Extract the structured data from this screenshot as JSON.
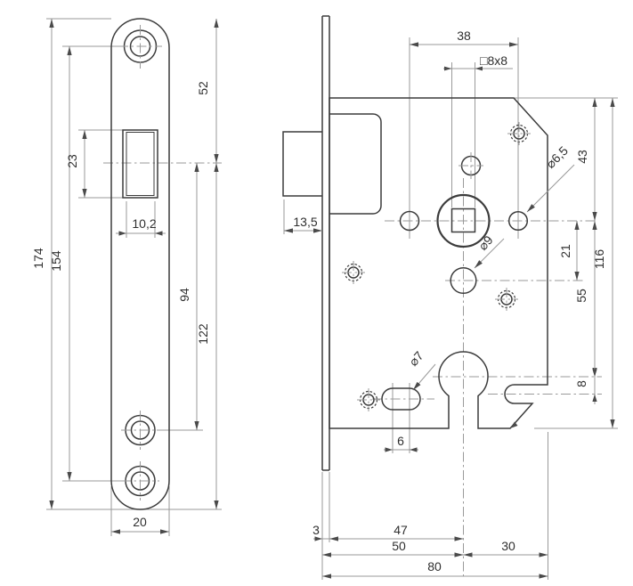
{
  "colors": {
    "background": "#ffffff",
    "outline": "#3c3c3c",
    "dimension_lines": "#9a9a9a",
    "text": "#2f2f2f"
  },
  "drawing": {
    "views": [
      "front-plate-view",
      "lock-body-side-view"
    ]
  },
  "dims": {
    "plate_height": "174",
    "screw_spacing": "154",
    "latch_height": "23",
    "latch_width": "10,2",
    "latch_to_upper_screw": "94",
    "latch_to_plate_bottom": "122",
    "plate_top_to_latch": "52",
    "plate_width": "20",
    "hole_spacing": "38",
    "spindle_square": "□8x8",
    "latch_protrusion": "13,5",
    "hole_6_5": "⌀6,5",
    "top_to_spindle": "43",
    "spindle_to_hole9": "21",
    "body_height": "116",
    "spindle_to_cylinder": "55",
    "hole_9": "⌀9",
    "hole_7": "⌀7",
    "cylinder_to_slot": "8",
    "slot_centers": "6",
    "faceplate_thickness": "3",
    "backset_inner": "47",
    "backset": "50",
    "center_to_edge": "30",
    "body_width": "80"
  }
}
